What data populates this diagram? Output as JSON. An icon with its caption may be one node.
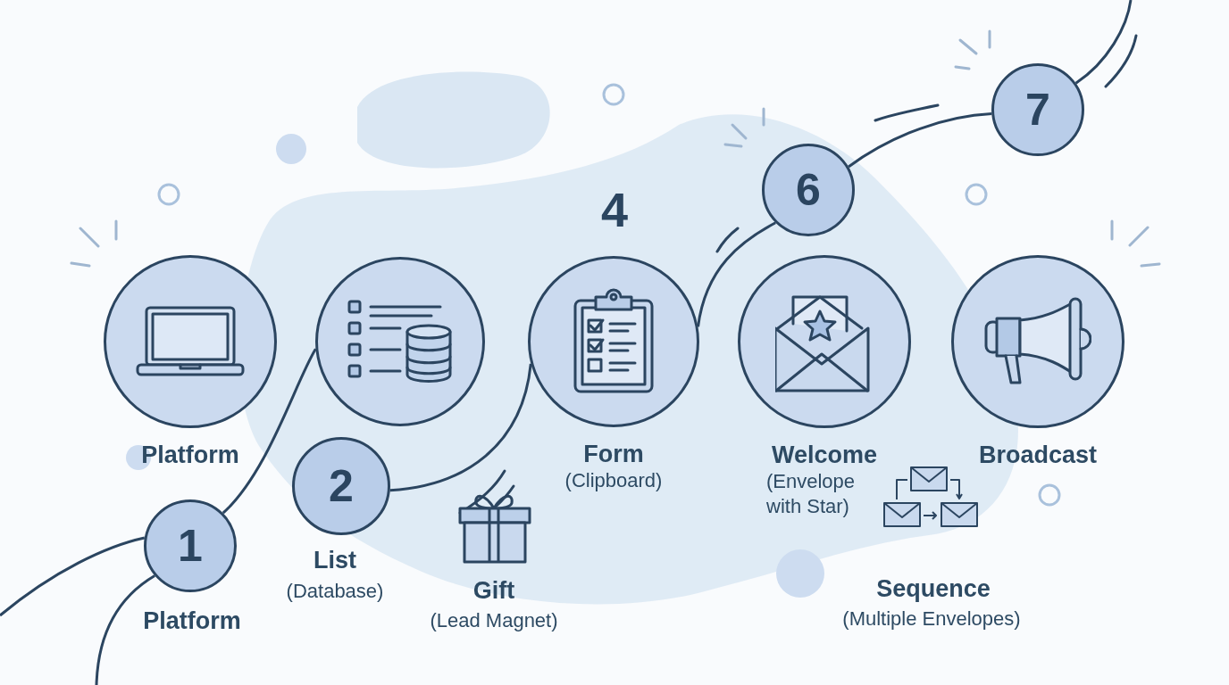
{
  "diagram": {
    "nodes": [
      {
        "text": [
          "Platform"
        ]
      },
      {
        "text": [
          "1"
        ],
        "beside": [
          "Platform"
        ]
      },
      {
        "text": [],
        "shape": "circle"
      },
      {
        "text": [
          "2"
        ],
        "beside": [
          "List",
          "(Database)"
        ]
      },
      {
        "text": [
          "Form",
          "(Clipboard)"
        ]
      },
      {
        "text": [
          "6"
        ]
      },
      {
        "text": [
          "7"
        ]
      },
      {
        "text": [
          "Welcome",
          "(Envelope with Star)"
        ]
      },
      {
        "text": [
          "Broadcast"
        ]
      }
    ],
    "edges": [
      {
        "from": null,
        "to": 1,
        "arrow": "none"
      },
      {
        "from": null,
        "to": 1,
        "arrow": "none"
      },
      {
        "from": 1,
        "to": 2,
        "arrow": "none"
      },
      {
        "from": 3,
        "to": 4,
        "arrow": "none"
      },
      {
        "from": 4,
        "to": 5,
        "arrow": "none"
      },
      {
        "from": 5,
        "to": 6,
        "arrow": "none"
      },
      {
        "from": 6,
        "to": null,
        "arrow": "none"
      }
    ],
    "labels": [
      "4",
      "Gift",
      "(Lead Magnet)",
      "Sequence",
      "(Multiple Envelopes)"
    ]
  }
}
